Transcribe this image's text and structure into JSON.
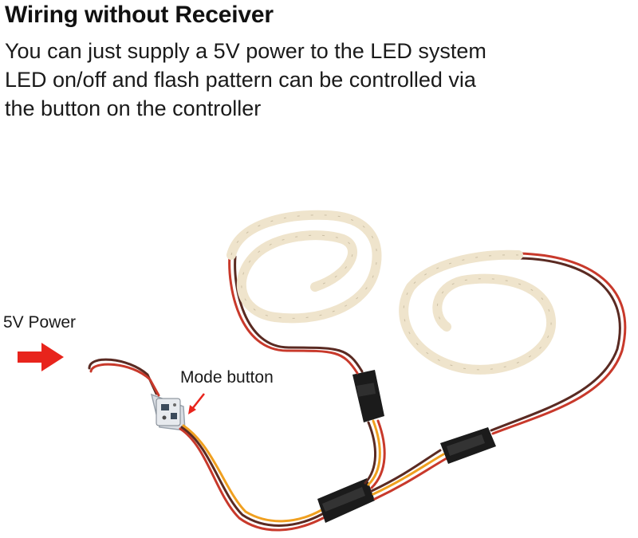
{
  "heading": "Wiring without Receiver",
  "description": {
    "line1": "You can just supply a 5V power to the LED system",
    "line2": "LED on/off and flash pattern can be controlled via",
    "line3": "the button on the controller"
  },
  "callouts": {
    "power": "5V Power",
    "mode_button": "Mode button"
  },
  "colors": {
    "arrow": "#e8241c",
    "wire_red": "#c8392b",
    "wire_brown": "#5a2a22",
    "wire_orange": "#f0a020",
    "strip": "#efe4cc",
    "connector": "#1b1b1b"
  },
  "icons": [
    "red-arrow-icon",
    "small-red-arrow-icon"
  ]
}
